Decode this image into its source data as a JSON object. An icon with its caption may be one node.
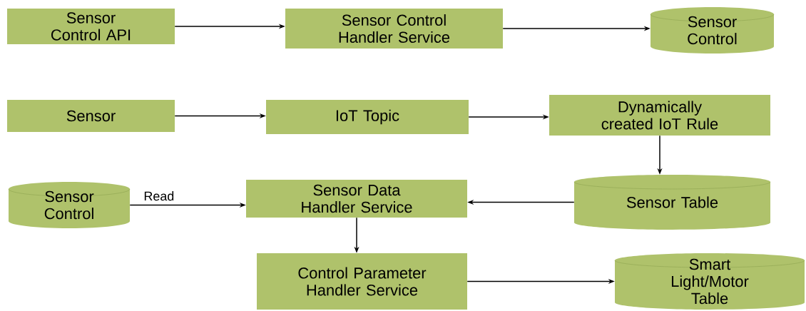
{
  "diagram": {
    "nodes": [
      {
        "text": [
          "Sensor Control API"
        ]
      },
      {
        "text": [
          "Sensor Control Handler Service"
        ]
      },
      {
        "text": [
          "Sensor Control"
        ]
      },
      {
        "text": [
          "Sensor"
        ]
      },
      {
        "text": [
          "IoT Topic"
        ]
      },
      {
        "text": [
          "Dynamically created IoT Rule"
        ]
      },
      {
        "text": [
          "Sensor Control"
        ]
      },
      {
        "text": [
          "Sensor Data Handler Service"
        ]
      },
      {
        "text": [
          "Sensor Table"
        ]
      },
      {
        "text": [
          "Control Parameter Handler Service"
        ]
      },
      {
        "text": [
          "Smart Light/Motor Table"
        ]
      }
    ],
    "edges": [
      {
        "from": 0,
        "to": 1,
        "arrow": "to"
      },
      {
        "from": 1,
        "to": 2,
        "arrow": "to"
      },
      {
        "from": 3,
        "to": 4,
        "arrow": "to"
      },
      {
        "from": 4,
        "to": 5,
        "arrow": "to"
      },
      {
        "from": 5,
        "to": 8,
        "arrow": "to"
      },
      {
        "from": 6,
        "to": 7,
        "label": "Read",
        "arrow": "to"
      },
      {
        "from": 8,
        "to": 7,
        "arrow": "to"
      },
      {
        "from": 7,
        "to": 9,
        "arrow": "to"
      },
      {
        "from": 9,
        "to": 10,
        "arrow": "to"
      }
    ]
  }
}
